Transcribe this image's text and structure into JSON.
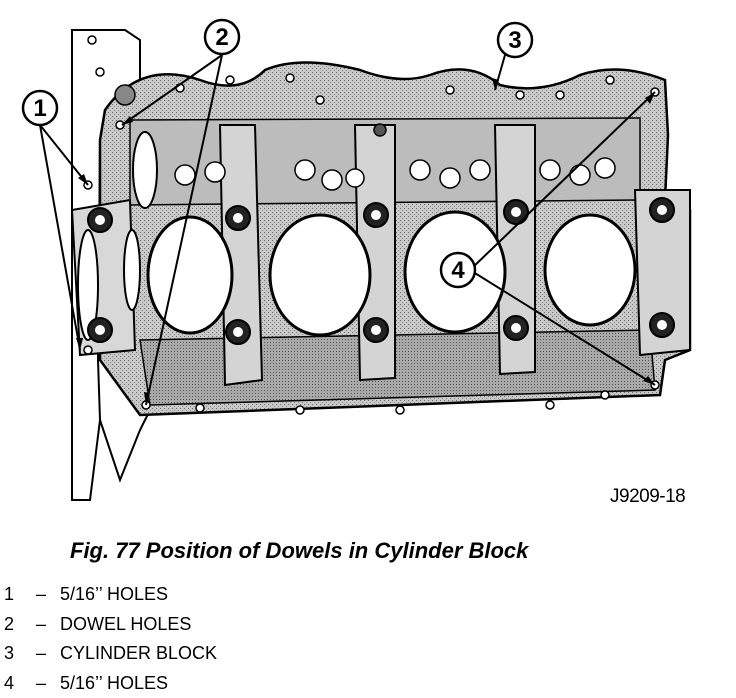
{
  "figure": {
    "callouts": [
      {
        "number": "1"
      },
      {
        "number": "2"
      },
      {
        "number": "3"
      },
      {
        "number": "4"
      }
    ],
    "code": "J9209-18"
  },
  "caption": "Fig. 77 Position of Dowels in Cylinder Block",
  "legend": [
    {
      "number": "1",
      "dash": "–",
      "text": "5/16’’ HOLES"
    },
    {
      "number": "2",
      "dash": "–",
      "text": "DOWEL HOLES"
    },
    {
      "number": "3",
      "dash": "–",
      "text": "CYLINDER BLOCK"
    },
    {
      "number": "4",
      "dash": "–",
      "text": "5/16’’ HOLES"
    }
  ]
}
